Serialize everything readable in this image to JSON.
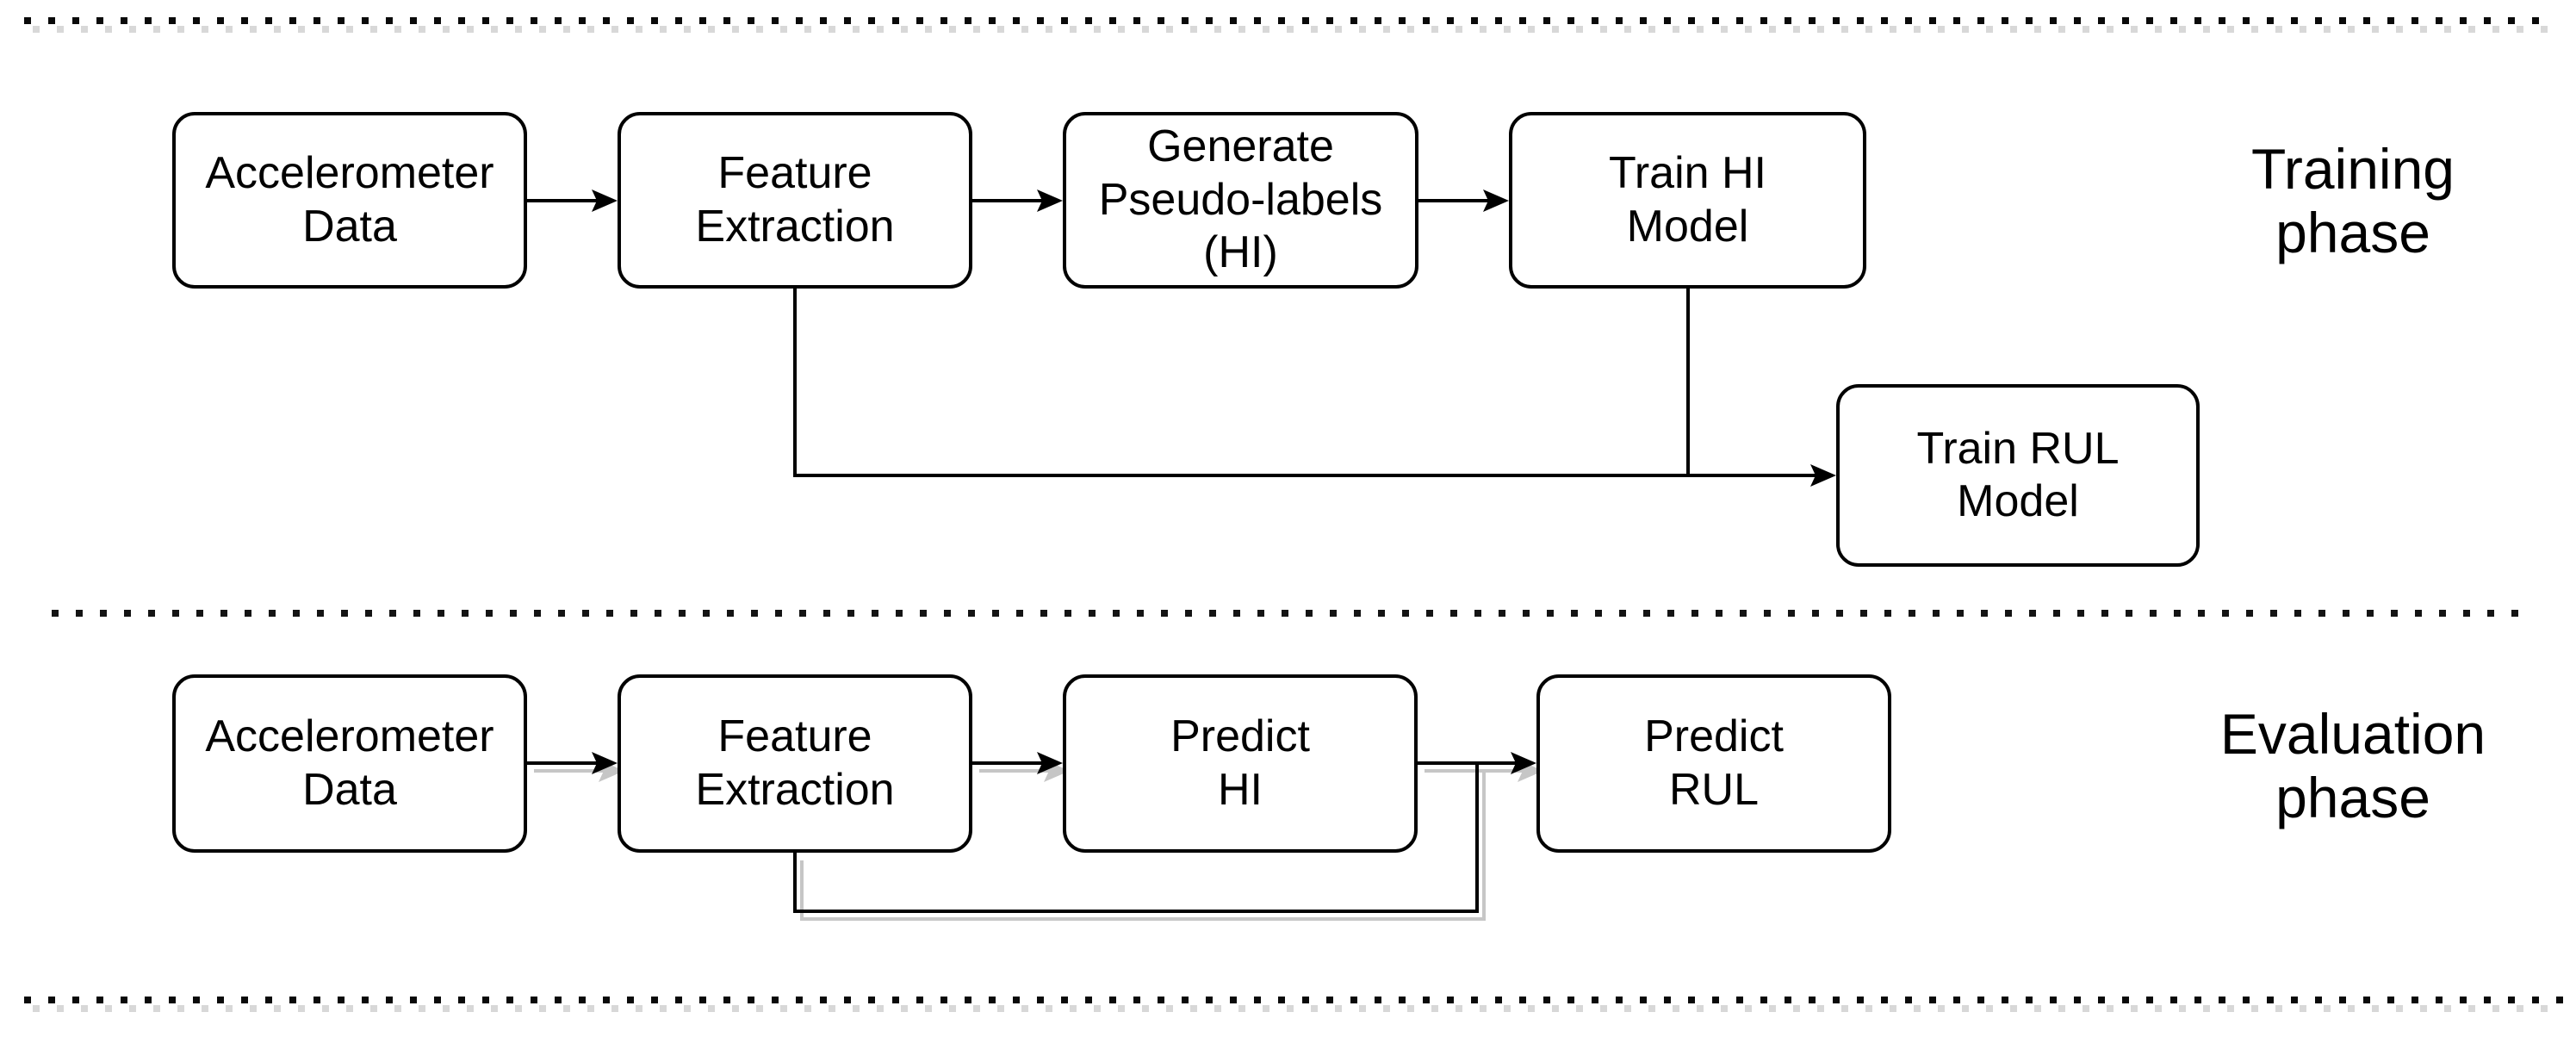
{
  "figure": {
    "type": "flowchart",
    "background": "#ffffff",
    "colors": {
      "line": "#000000",
      "connector_shadow": "#c6c6c6",
      "separator_dot": "#0a0a0a",
      "separator_dot_shadow": "#d8d8d8",
      "node_fill": "#ffffff",
      "node_border": "#000000",
      "text": "#000000"
    }
  },
  "training": {
    "phase_label": "Training\nphase",
    "nodes": [
      {
        "id": "accelerometer-data",
        "label": "Accelerometer\nData"
      },
      {
        "id": "feature-extraction",
        "label": "Feature\nExtraction"
      },
      {
        "id": "generate-pseudo-labels-hi",
        "label": "Generate\nPseudo-labels\n(HI)"
      },
      {
        "id": "train-hi-model",
        "label": "Train HI\nModel"
      },
      {
        "id": "train-rul-model",
        "label": "Train RUL\nModel"
      }
    ],
    "edges": [
      {
        "from": "Accelerometer Data",
        "to": "Feature Extraction"
      },
      {
        "from": "Feature Extraction",
        "to": "Generate Pseudo-labels (HI)"
      },
      {
        "from": "Generate Pseudo-labels (HI)",
        "to": "Train HI Model"
      },
      {
        "from": "Feature Extraction",
        "to": "Train RUL Model"
      },
      {
        "from": "Train HI Model",
        "to": "Train RUL Model"
      }
    ]
  },
  "evaluation": {
    "phase_label": "Evaluation\nphase",
    "nodes": [
      {
        "id": "accelerometer-data",
        "label": "Accelerometer\nData"
      },
      {
        "id": "feature-extraction",
        "label": "Feature\nExtraction"
      },
      {
        "id": "predict-hi",
        "label": "Predict\nHI"
      },
      {
        "id": "predict-rul",
        "label": "Predict\nRUL"
      }
    ],
    "edges": [
      {
        "from": "Accelerometer Data",
        "to": "Feature Extraction"
      },
      {
        "from": "Feature Extraction",
        "to": "Predict HI"
      },
      {
        "from": "Predict HI",
        "to": "Predict RUL"
      },
      {
        "from": "Feature Extraction",
        "to": "Predict RUL"
      }
    ]
  }
}
